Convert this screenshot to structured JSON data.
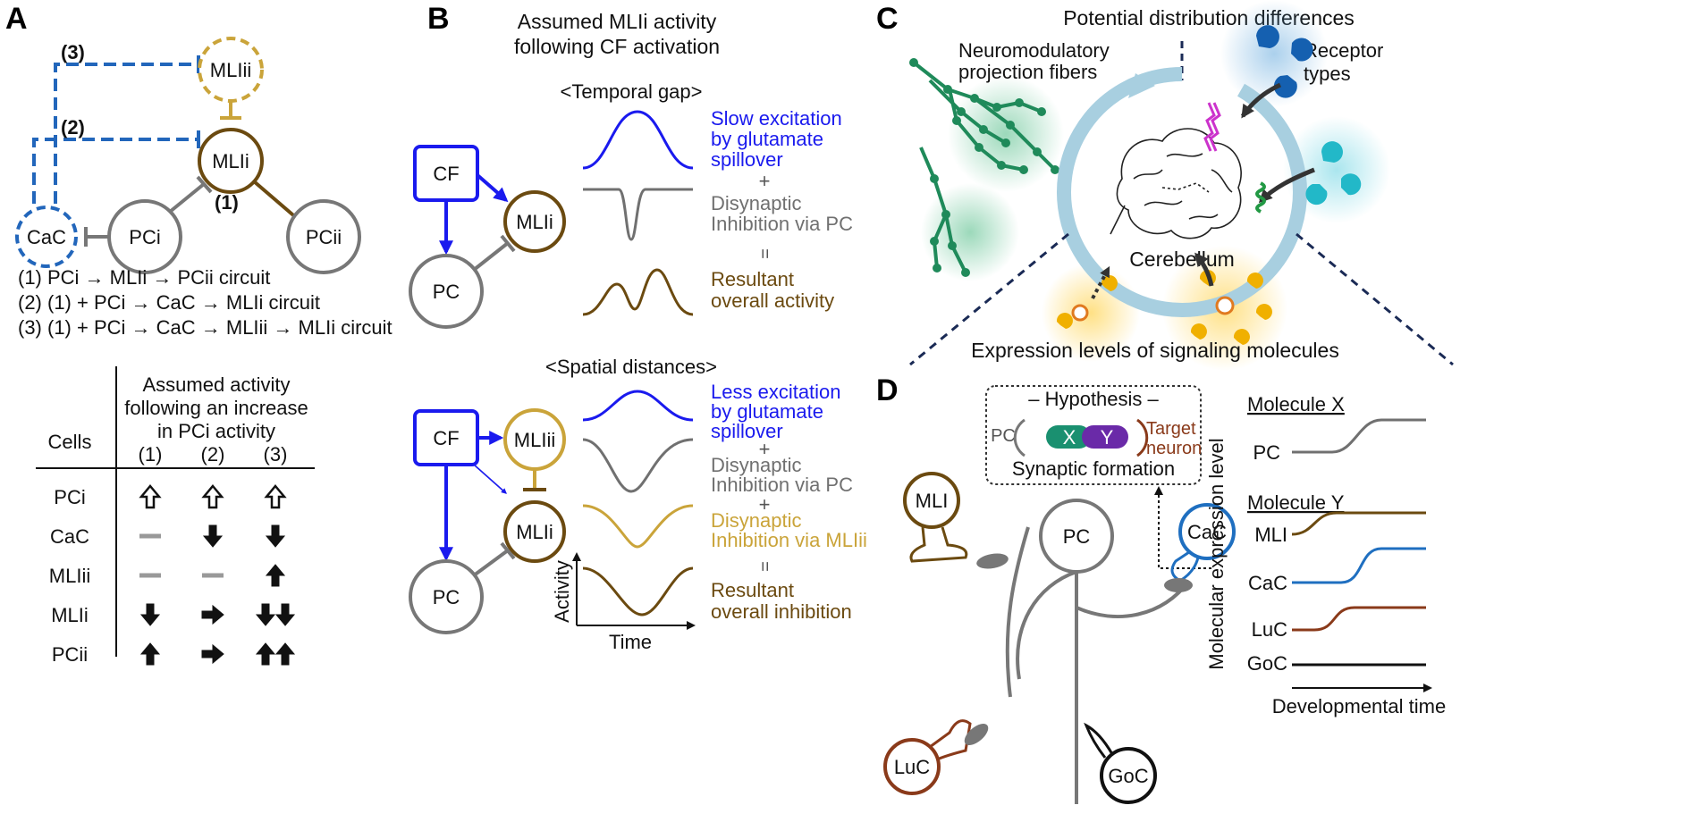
{
  "panel_labels": [
    "A",
    "B",
    "C",
    "D"
  ],
  "panelA": {
    "circuit_labels": [
      "(3)",
      "(2)",
      "(1)"
    ],
    "cells": {
      "mli_ii": "MLIii",
      "mli_i": "MLIi",
      "cac": "CaC",
      "pc_i": "PCi",
      "pc_ii": "PCii"
    },
    "circuits": [
      "(1)  PCi → MLIi → PCii circuit",
      "(2)  (1) + PCi → CaC → MLIi circuit",
      "(3)  (1) + PCi → CaC → MLIii → MLIi circuit"
    ],
    "table": {
      "header_lines": [
        "Assumed activity",
        "following an increase",
        "in PCi activity"
      ],
      "cells_header": "Cells",
      "columns": [
        "(1)",
        "(2)",
        "(3)"
      ],
      "rows": [
        {
          "cell": "PCi",
          "arrows": [
            "up-open",
            "up-open",
            "up-open"
          ]
        },
        {
          "cell": "CaC",
          "arrows": [
            "none",
            "down",
            "down"
          ]
        },
        {
          "cell": "MLIii",
          "arrows": [
            "none",
            "none",
            "up"
          ]
        },
        {
          "cell": "MLIi",
          "arrows": [
            "down",
            "right",
            "down-down"
          ]
        },
        {
          "cell": "PCii",
          "arrows": [
            "up",
            "right",
            "up-up"
          ]
        }
      ]
    }
  },
  "panelB": {
    "title_lines": [
      "Assumed MLIi activity",
      "following CF activation"
    ],
    "temporal": {
      "heading": "<Temporal gap>",
      "cells": {
        "cf": "CF",
        "mli": "MLIi",
        "pc": "PC"
      },
      "labels": {
        "slow": [
          "Slow excitation",
          "by glutamate",
          "spillover"
        ],
        "plus": "+",
        "disyn": [
          "Disynaptic",
          "Inhibition via PC"
        ],
        "equals": "=",
        "result": [
          "Resultant",
          "overall activity"
        ]
      }
    },
    "spatial": {
      "heading": "<Spatial distances>",
      "cells": {
        "cf": "CF",
        "mli_ii": "MLIii",
        "mli_i": "MLIi",
        "pc": "PC"
      },
      "labels": {
        "less": [
          "Less excitation",
          "by glutamate",
          "spillover"
        ],
        "plus1": "+",
        "disyn_pc": [
          "Disynaptic",
          "Inhibition via PC"
        ],
        "plus2": "+",
        "disyn_mli": [
          "Disynaptic",
          "Inhibition via MLIii"
        ],
        "equals": "=",
        "result": [
          "Resultant",
          "overall inhibition"
        ]
      },
      "axis_y": "Activity",
      "axis_x": "Time"
    }
  },
  "panelC": {
    "title": "Potential distribution differences",
    "fibers": [
      "Neuromodulatory",
      "projection fibers"
    ],
    "receptors": [
      "Receptor",
      "types"
    ],
    "center": "Cerebellum",
    "expression": "Expression levels of signaling molecules"
  },
  "panelD": {
    "hypothesis": "– Hypothesis –",
    "pc_label": "PC",
    "x": "X",
    "y": "Y",
    "target": [
      "Target",
      "neuron"
    ],
    "synaptic": "Synaptic formation",
    "cells": {
      "mli": "MLI",
      "pc": "PC",
      "cac": "CaC",
      "luc": "LuC",
      "goc": "GoC"
    },
    "graph": {
      "mol_x": "Molecule X",
      "mol_y": "Molecule Y",
      "rows": [
        "PC",
        "MLI",
        "CaC",
        "LuC",
        "GoC"
      ],
      "ylabel": "Molecular expression level",
      "xlabel": "Developmental time"
    }
  },
  "colors": {
    "blue": "#1a1aee",
    "dashblue": "#2266bb",
    "gray": "#707070",
    "brown": "#6b4a10",
    "gold": "#caa43a",
    "green": "#22885a",
    "cac_blue": "#1f6fc0",
    "luc_brown": "#8a3a1a"
  }
}
